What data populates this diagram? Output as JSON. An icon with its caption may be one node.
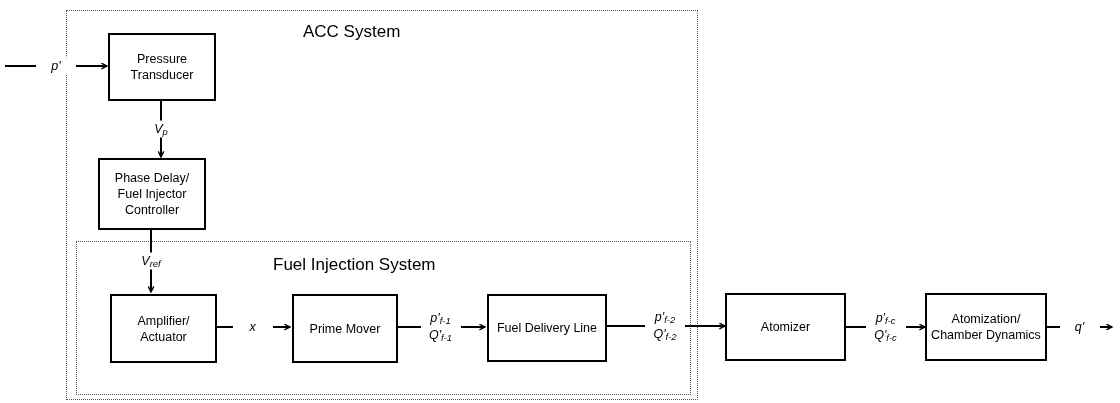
{
  "diagram": {
    "nodes": [
      {
        "text": [
          "ACC System"
        ]
      },
      {
        "text": [
          "Pressure Transducer"
        ],
        "in": 0
      },
      {
        "text": [
          "Phase Delay/ Fuel Injector Controller"
        ],
        "in": 0
      },
      {
        "text": [
          "Fuel Injection System"
        ],
        "in": 0
      },
      {
        "text": [
          "Amplifier/ Actuator"
        ],
        "in": 3
      },
      {
        "text": [
          "Prime Mover"
        ],
        "in": 3
      },
      {
        "text": [
          "Fuel Delivery Line"
        ],
        "in": 3
      },
      {
        "text": [
          "Atomizer"
        ]
      },
      {
        "text": [
          "Atomization/ Chamber Dynamics"
        ]
      }
    ],
    "edges": [
      {
        "from": null,
        "to": 1,
        "arrow": "to",
        "label": "p'"
      },
      {
        "from": 1,
        "to": 2,
        "arrow": "to",
        "label": "V$_{p}$"
      },
      {
        "from": 2,
        "to": 4,
        "arrow": "to",
        "label": "V$_{ref}$"
      },
      {
        "from": 4,
        "to": 5,
        "arrow": "to",
        "label": "x"
      },
      {
        "from": 5,
        "to": 6,
        "arrow": "to",
        "label": "p'$_{f-1}$ Q'$_{f-1}$"
      },
      {
        "from": 6,
        "to": 7,
        "arrow": "to",
        "label": "p'$_{f-2}$ Q'$_{f-2}$"
      },
      {
        "from": 7,
        "to": 8,
        "arrow": "to",
        "label": "p'$_{f-c}$ Q'$_{f-c}$"
      },
      {
        "from": 8,
        "to": null,
        "arrow": "to",
        "label": "q'"
      }
    ]
  }
}
